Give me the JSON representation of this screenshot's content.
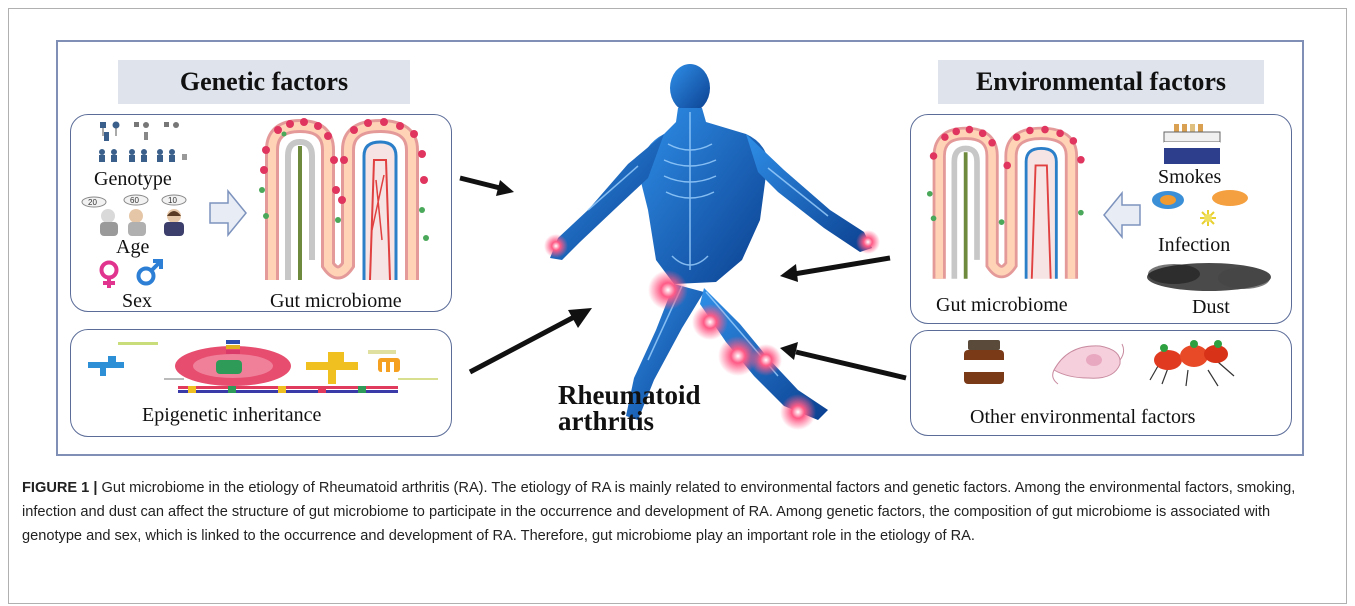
{
  "figure": {
    "genetic_header": "Genetic factors",
    "environmental_header": "Environmental factors",
    "genetic_labels": {
      "genotype": "Genotype",
      "age": "Age",
      "sex": "Sex",
      "gut_microbiome": "Gut microbiome",
      "epigenetic": "Epigenetic inheritance"
    },
    "environmental_labels": {
      "smokes": "Smokes",
      "infection": "Infection",
      "dust": "Dust",
      "gut_microbiome": "Gut microbiome",
      "other": "Other environmental factors"
    },
    "center_title_line1": "Rheumatoid",
    "center_title_line2": "arthritis",
    "age_numbers": [
      "20",
      "60",
      "10"
    ]
  },
  "caption": {
    "label": "FIGURE 1 |",
    "text": " Gut microbiome in the etiology of Rheumatoid arthritis (RA). The etiology of RA is mainly related to environmental factors and genetic factors. Among the environmental factors, smoking, infection and dust can affect the structure of gut microbiome to participate in the occurrence and development of RA. Among genetic factors, the composition of gut microbiome is associated with genotype and sex, which is linked to the occurrence and development of RA. Therefore, gut microbiome play an important role in the etiology of RA."
  },
  "colors": {
    "panel_border": "#7f8fb5",
    "header_fill": "#dfe4ec",
    "body_blue": "#1d6fd0",
    "joint_red": "#ff4d7a",
    "female_symbol": "#e0348f",
    "male_symbol": "#2d7fd6"
  }
}
